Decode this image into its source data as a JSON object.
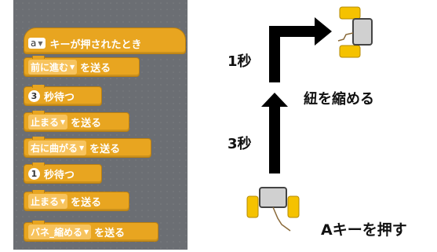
{
  "script_blocks": {
    "hat_key": "a",
    "hat_label": "キーが押されたとき",
    "b1_value": "前に進む",
    "b1_label": "を送る",
    "b2_num": "3",
    "b2_label": "秒待つ",
    "b3_value": "止まる",
    "b3_label": "を送る",
    "b4_value": "右に曲がる",
    "b4_label": "を送る",
    "b5_num": "1",
    "b5_label": "秒待つ",
    "b6_value": "止まる",
    "b6_label": "を送る",
    "b7_value": "バネ_縮める",
    "b7_label": "を送る"
  },
  "diagram": {
    "label_1s": "1秒",
    "label_shrink": "紐を縮める",
    "label_3s": "3秒",
    "label_press": "Aキーを押す"
  },
  "colors": {
    "block": "#e8a520",
    "script_bg": "#6b6e73",
    "robot_wheel": "#f5c200",
    "robot_body": "#d0d0d0"
  }
}
